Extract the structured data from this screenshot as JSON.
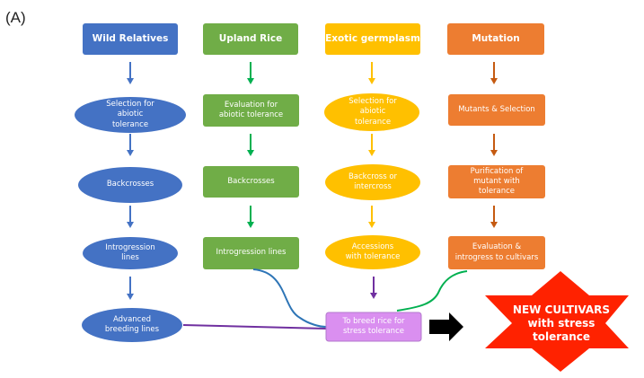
{
  "panel_label": "(A)",
  "columns": [
    {
      "header": "Wild Relatives",
      "color": "#4472C4",
      "steps": [
        "Selection for\nabiotic\ntolerance",
        "Backcrosses",
        "Introgression\nlines",
        "Advanced\nbreeding lines"
      ]
    },
    {
      "header": "Upland Rice",
      "color": "#70AD47",
      "steps": [
        "Evaluation for\nabiotic tolerance",
        "Backcrosses",
        "Introgression lines"
      ]
    },
    {
      "header": "Exotic germplasm",
      "color": "#FFC000",
      "steps": [
        "Selection for\nabiotic\ntolerance",
        "Backcross or\nintercross",
        "Accessions\nwith tolerance"
      ]
    },
    {
      "header": "Mutation",
      "color": "#ED7D31",
      "steps": [
        "Mutants & Selection",
        "Purification of\nmutant with\ntolerance",
        "Evaluation &\nintrogress to cultivars"
      ]
    }
  ],
  "breed_box": {
    "label": "To breed rice for\nstress tolerance",
    "color": "#DA8FF0"
  },
  "new_cultivars": {
    "label": "NEW CULTIVARS\nwith stress\ntolerance",
    "color": "#FF2200"
  },
  "connector_colors": {
    "wild": "#7030A0",
    "upland": "#2E75B6",
    "mutation": "#00B050",
    "exotic": "#7030A0",
    "arrow": "#000000"
  }
}
